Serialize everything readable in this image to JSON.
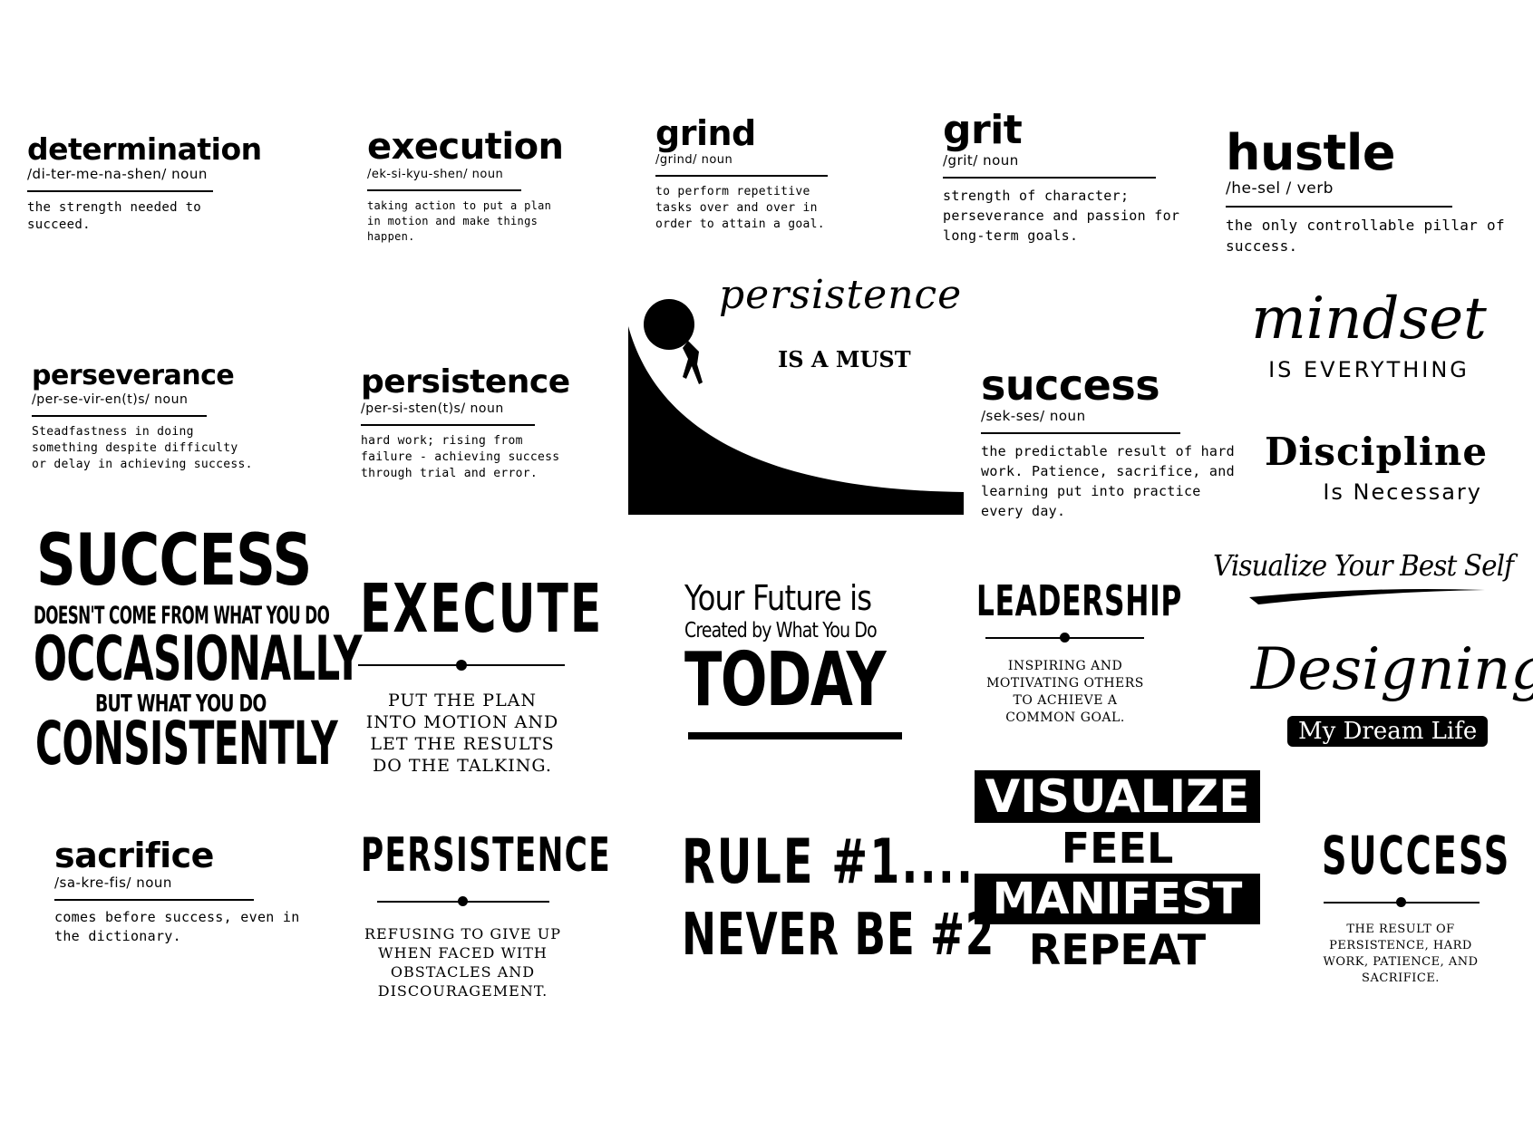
{
  "definitions": {
    "determination": {
      "word": "determination",
      "pron": "/di-ter-me-na-shen/  noun",
      "meaning": "the strength needed to succeed."
    },
    "execution": {
      "word": "execution",
      "pron": "/ek-si-kyu-shen/  noun",
      "meaning": "taking action to put a plan in motion and make things happen."
    },
    "grind": {
      "word": "grind",
      "pron": "/grind/  noun",
      "meaning": "to perform repetitive tasks over and over in order to attain a goal."
    },
    "grit": {
      "word": "grit",
      "pron": "/grit/  noun",
      "meaning": "strength of character; perseverance and passion for long-term goals."
    },
    "hustle": {
      "word": "hustle",
      "pron": "/he-sel /  verb",
      "meaning": "the only controllable pillar of success."
    },
    "perseverance": {
      "word": "perseverance",
      "pron": "/per-se-vir-en(t)s/  noun",
      "meaning": "Steadfastness in doing something despite difficulty or delay in achieving success."
    },
    "persistence": {
      "word": "persistence",
      "pron": "/per-si-sten(t)s/  noun",
      "meaning": "hard work; rising from failure - achieving success through trial and error."
    },
    "success": {
      "word": "success",
      "pron": "/sek-ses/  noun",
      "meaning": "the predictable result of hard work.  Patience, sacrifice, and learning put into practice every day."
    },
    "sacrifice": {
      "word": "sacrifice",
      "pron": "/sa-kre-fis/  noun",
      "meaning": "comes before success, even in the dictionary."
    }
  },
  "persistence_must": {
    "script": "persistence",
    "sub": "IS A MUST"
  },
  "mindset": {
    "script": "mindset",
    "sub": "IS EVERYTHING"
  },
  "discipline": {
    "title": "Discipline",
    "sub": "Is Necessary"
  },
  "success_poster": {
    "l1": "SUCCESS",
    "l2": "DOESN'T COME FROM WHAT YOU DO",
    "l3": "OCCASIONALLY",
    "l4": "BUT WHAT YOU DO",
    "l5": "CONSISTENTLY"
  },
  "execute": {
    "title": "EXECUTE",
    "text": [
      "PUT THE PLAN",
      "INTO MOTION AND",
      "LET THE RESULTS",
      "DO THE TALKING."
    ]
  },
  "future": {
    "l1": "Your Future is",
    "l2": "Created by What You Do",
    "l3": "TODAY"
  },
  "leadership": {
    "title": "LEADERSHIP",
    "text": [
      "INSPIRING AND",
      "MOTIVATING OTHERS",
      "TO ACHIEVE A",
      "COMMON GOAL."
    ]
  },
  "visualize_self": {
    "text": "Visualize Your Best Self"
  },
  "designing": {
    "script": "Designing",
    "sub": "My Dream Life"
  },
  "persistence2": {
    "title": "PERSISTENCE",
    "text": [
      "REFUSING TO GIVE UP",
      "WHEN FACED WITH",
      "OBSTACLES AND",
      "DISCOURAGEMENT."
    ]
  },
  "rule": {
    "l1": "RULE #1....",
    "l2": "NEVER BE #2"
  },
  "vfmr": {
    "l1": "VISUALIZE",
    "l2": "FEEL",
    "l3": "MANIFEST",
    "l4": "REPEAT"
  },
  "success2": {
    "title": "SUCCESS",
    "text": [
      "THE RESULT OF",
      "PERSISTENCE, HARD",
      "WORK,  PATIENCE, AND",
      "SACRIFICE."
    ]
  }
}
